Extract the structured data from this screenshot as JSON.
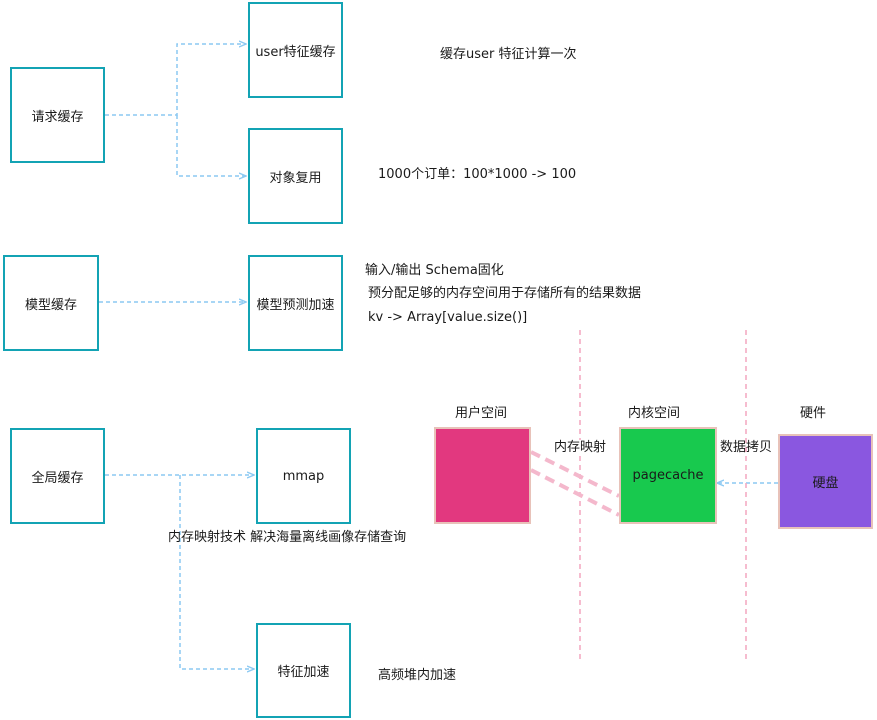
{
  "nodes": {
    "request_cache": "请求缓存",
    "user_feature_cache": "user特征缓存",
    "object_reuse": "对象复用",
    "model_cache": "模型缓存",
    "model_predict_accel": "模型预测加速",
    "global_cache": "全局缓存",
    "mmap": "mmap",
    "feature_accel": "特征加速"
  },
  "notes": {
    "user_feature_once": "缓存user 特征计算一次",
    "orders": "1000个订单：100*1000 -> 100",
    "schema_fixed": "输入/输出 Schema固化",
    "prealloc": "预分配足够的内存空间用于存储所有的结果数据",
    "kv_array": "kv -> Array[value.size()]",
    "mmap_desc": "内存映射技术 解决海量离线画像存储查询",
    "heap_accel": "高频堆内加速"
  },
  "memory_diagram": {
    "user_space_label": "用户空间",
    "kernel_space_label": "内核空间",
    "hardware_label": "硬件",
    "pagecache": "pagecache",
    "disk": "硬盘",
    "mem_map_label": "内存映射",
    "data_copy_label": "数据拷贝",
    "colors": {
      "user_space": "#e2387f",
      "pagecache": "#18c94e",
      "disk": "#8a57e0",
      "box_border": "#e8c2b9",
      "dashed_divider": "#f4a6bf"
    }
  },
  "colors": {
    "box_border": "#13a3b4",
    "arrow": "#8cc9f2"
  }
}
